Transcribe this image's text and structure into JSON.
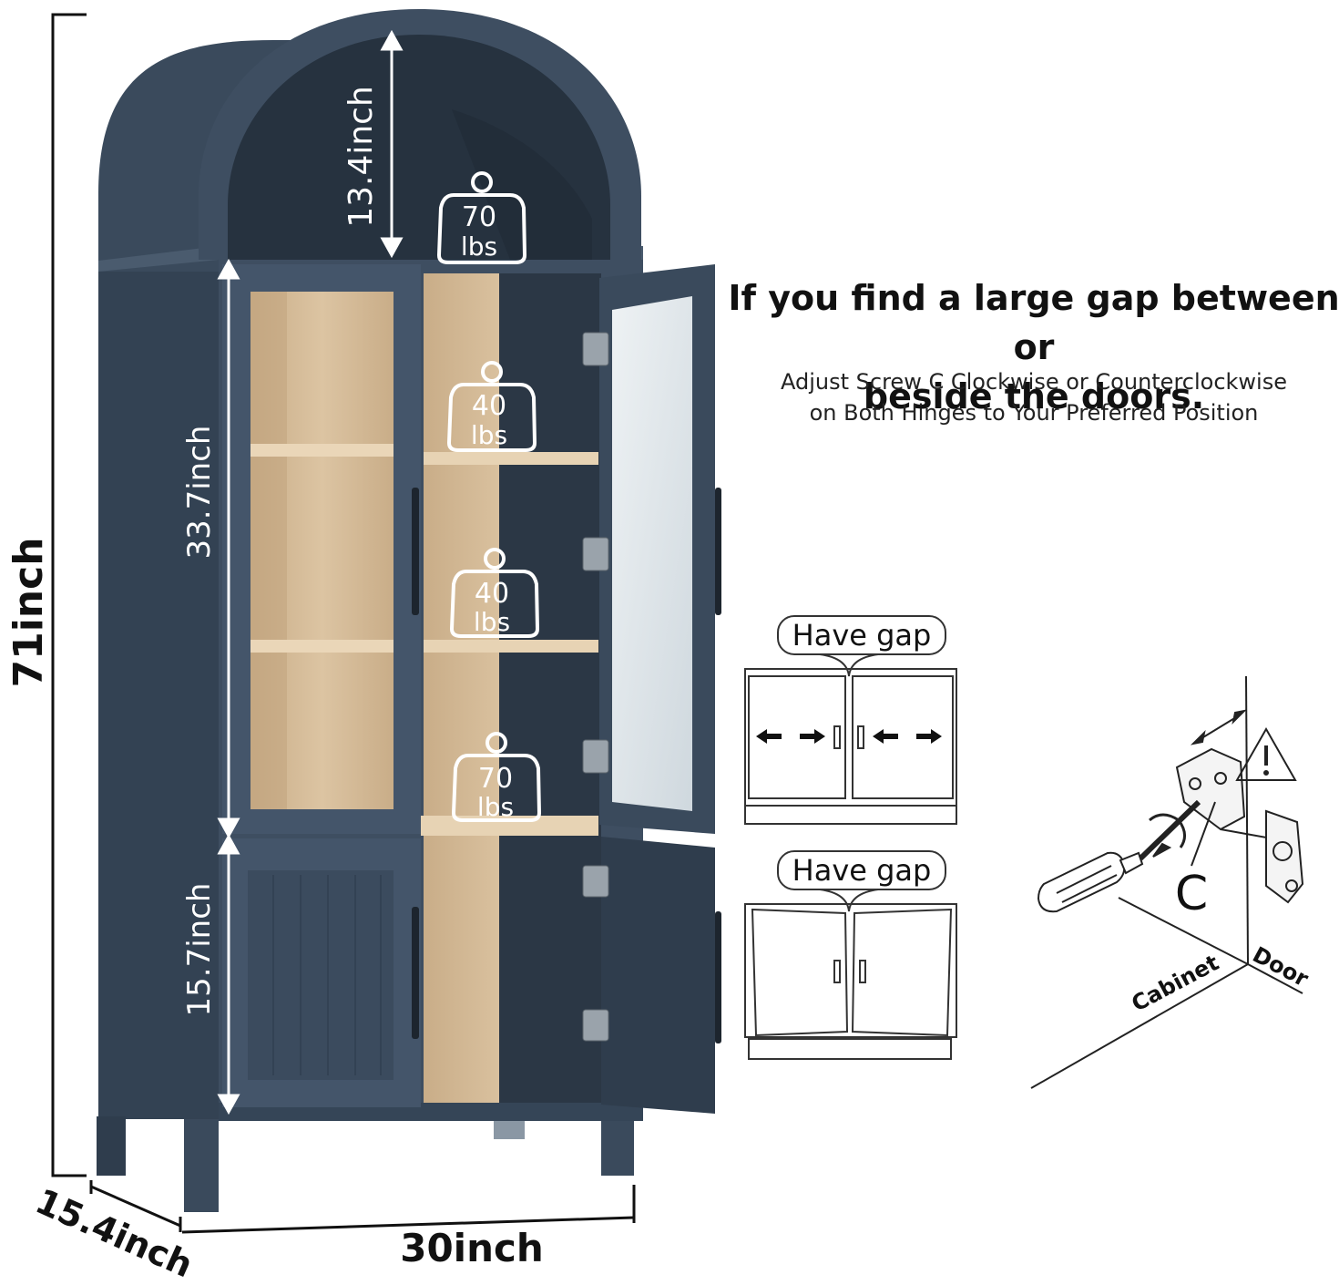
{
  "dimensions": {
    "height": "71inch",
    "top_arch": "13.4inch",
    "upper_section": "33.7inch",
    "lower_section": "15.7inch",
    "depth": "15.4inch",
    "width": "30inch"
  },
  "weights": {
    "top": {
      "num": "70",
      "unit": "lbs"
    },
    "shelf1": {
      "num": "40",
      "unit": "lbs"
    },
    "shelf2": {
      "num": "40",
      "unit": "lbs"
    },
    "shelf3": {
      "num": "70",
      "unit": "lbs"
    }
  },
  "instructions": {
    "line1": "If you find a large gap between or",
    "line2": "beside the doors.",
    "sub1": "Adjust Screw C Clockwise or Counterclockwise",
    "sub2": "on Both Hinges to Your Preferred Position"
  },
  "diagrams": {
    "gap_label_1": "Have gap",
    "gap_label_2": "Have gap",
    "screw_label": "C",
    "cabinet_label": "Cabinet",
    "door_label": "Door"
  },
  "colors": {
    "cabinet": "#3d4d60",
    "cabinet_dark": "#2c3947",
    "wood": "#d8bf9e",
    "shelf": "#e4cfb0"
  }
}
